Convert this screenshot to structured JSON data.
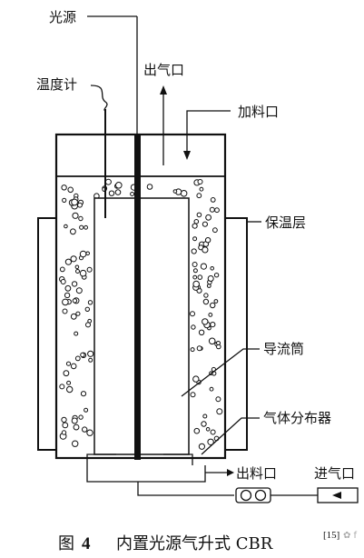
{
  "labels": {
    "light_source": "光源",
    "gas_outlet": "出气口",
    "thermometer": "温度计",
    "feed_inlet": "加料口",
    "insulation_layer": "保温层",
    "draft_tube": "导流筒",
    "gas_distributor": "气体分布器",
    "discharge_outlet": "出料口",
    "gas_inlet": "进气口"
  },
  "caption": {
    "prefix": "图",
    "number": "4",
    "text": "内置光源气升式 CBR",
    "reference": "[15]"
  },
  "watermark": "✿ f"
}
